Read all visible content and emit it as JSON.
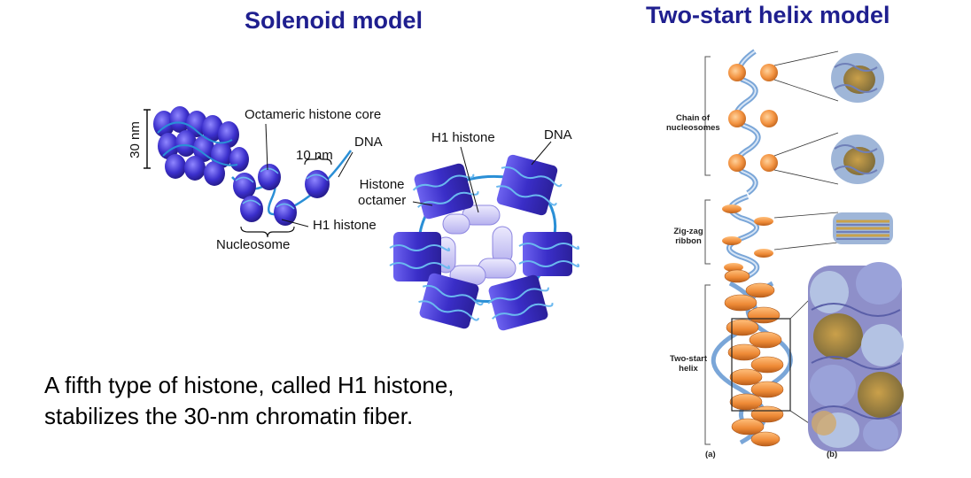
{
  "headings": {
    "left": "Solenoid model",
    "right": "Two-start helix model"
  },
  "solenoid": {
    "labels": {
      "fiber_width": "30 nm",
      "octameric_core": "Octameric histone core",
      "dna_1": "DNA",
      "ten_nm": "10 nm",
      "h1_histone_1": "H1 histone",
      "nucleosome": "Nucleosome",
      "h1_histone_2": "H1 histone",
      "dna_2": "DNA",
      "histone_octamer_line1": "Histone",
      "histone_octamer_line2": "octamer"
    }
  },
  "helix": {
    "labels": {
      "chain_line1": "Chain of",
      "chain_line2": "nucleosomes",
      "zigzag_line1": "Zig-zag",
      "zigzag_line2": "ribbon",
      "twostart_line1": "Two-start",
      "twostart_line2": "helix",
      "panel_a": "(a)",
      "panel_b": "(b)"
    }
  },
  "caption": {
    "line1": "A fifth type of histone, called H1 histone,",
    "line2": "stabilizes the 30-nm chromatin fiber."
  },
  "colors": {
    "heading": "#1f1f8f",
    "nucleosome": "#3a2fc4",
    "dna": "#2a8fd6",
    "orange": "#e98a3c",
    "h1": "#c9c6f2"
  }
}
